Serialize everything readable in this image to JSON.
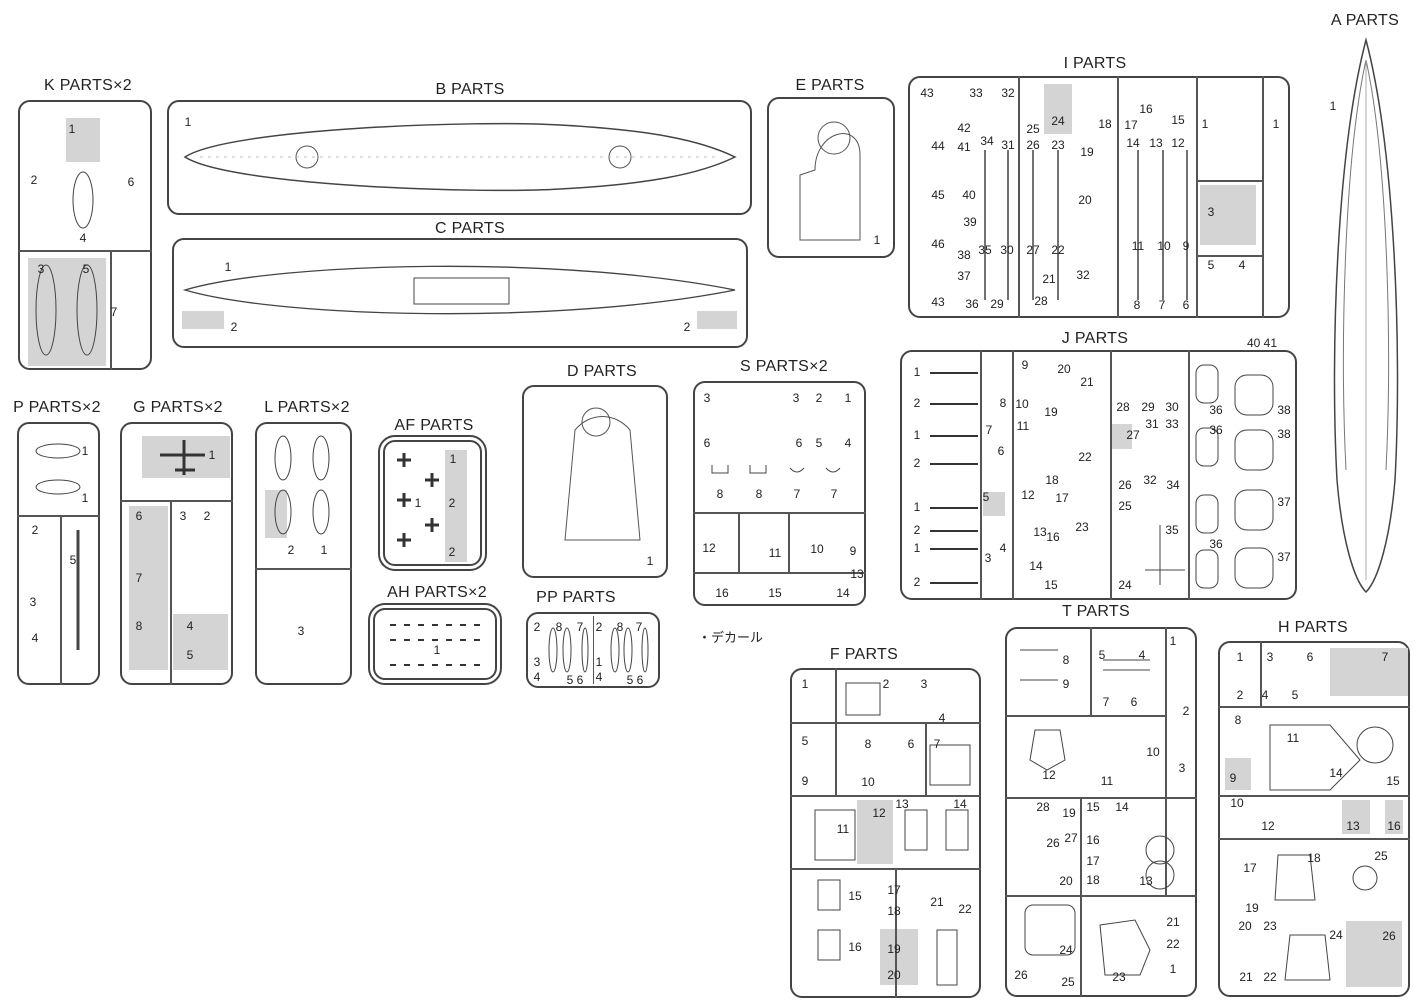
{
  "sprues": {
    "A": {
      "title": "A PARTS",
      "numbers": [
        "1"
      ]
    },
    "K": {
      "title": "K PARTS×2",
      "numbers": [
        "1",
        "2",
        "6",
        "4",
        "3",
        "5",
        "7"
      ]
    },
    "B": {
      "title": "B PARTS",
      "numbers": [
        "1"
      ]
    },
    "C": {
      "title": "C PARTS",
      "numbers": [
        "1",
        "2",
        "2"
      ]
    },
    "E": {
      "title": "E PARTS",
      "numbers": [
        "1"
      ]
    },
    "I": {
      "title": "I PARTS",
      "numbers": [
        "43",
        "33",
        "32",
        "42",
        "25",
        "24",
        "18",
        "16",
        "15",
        "17",
        "1",
        "1",
        "44",
        "41",
        "34",
        "31",
        "26",
        "23",
        "14",
        "13",
        "12",
        "19",
        "45",
        "40",
        "20",
        "3",
        "39",
        "46",
        "38",
        "35",
        "30",
        "27",
        "22",
        "11",
        "10",
        "9",
        "37",
        "32",
        "21",
        "5",
        "4",
        "43",
        "36",
        "29",
        "28",
        "8",
        "7",
        "6"
      ]
    },
    "J": {
      "title": "J PARTS",
      "extra": "40 41",
      "numbers": [
        "1",
        "2",
        "1",
        "2",
        "1",
        "2",
        "1",
        "2",
        "8",
        "7",
        "6",
        "5",
        "4",
        "3",
        "9",
        "20",
        "21",
        "10",
        "19",
        "11",
        "22",
        "18",
        "12",
        "17",
        "13",
        "16",
        "23",
        "14",
        "15",
        "28",
        "29",
        "30",
        "27",
        "31",
        "33",
        "26",
        "32",
        "34",
        "25",
        "35",
        "24",
        "36",
        "36",
        "36",
        "38",
        "38",
        "37",
        "37"
      ]
    },
    "D": {
      "title": "D PARTS",
      "numbers": [
        "1"
      ]
    },
    "S": {
      "title": "S PARTS×2",
      "numbers": [
        "3",
        "3",
        "2",
        "1",
        "6",
        "6",
        "5",
        "4",
        "8",
        "8",
        "7",
        "7",
        "12",
        "11",
        "10",
        "9",
        "13",
        "16",
        "15",
        "14"
      ]
    },
    "P": {
      "title": "P PARTS×2",
      "numbers": [
        "1",
        "1",
        "2",
        "5",
        "3",
        "4"
      ]
    },
    "G": {
      "title": "G PARTS×2",
      "numbers": [
        "1",
        "6",
        "3",
        "2",
        "7",
        "8",
        "4",
        "5"
      ]
    },
    "L": {
      "title": "L PARTS×2",
      "numbers": [
        "2",
        "1",
        "3"
      ]
    },
    "AF": {
      "title": "AF PARTS",
      "numbers": [
        "1",
        "1",
        "2",
        "2"
      ]
    },
    "AH": {
      "title": "AH PARTS×2",
      "numbers": [
        "1"
      ]
    },
    "PP": {
      "title": "PP PARTS",
      "numbers": [
        "2",
        "8",
        "7",
        "2",
        "8",
        "7",
        "3",
        "1",
        "4",
        "5",
        "6",
        "4",
        "5",
        "6"
      ]
    },
    "F": {
      "title": "F PARTS",
      "numbers": [
        "1",
        "2",
        "3",
        "4",
        "5",
        "8",
        "6",
        "7",
        "9",
        "10",
        "11",
        "12",
        "13",
        "14",
        "15",
        "17",
        "18",
        "21",
        "22",
        "16",
        "19",
        "20"
      ]
    },
    "T": {
      "title": "T  PARTS",
      "numbers": [
        "8",
        "5",
        "4",
        "1",
        "9",
        "7",
        "6",
        "2",
        "12",
        "11",
        "10",
        "3",
        "28",
        "19",
        "15",
        "14",
        "27",
        "16",
        "26",
        "17",
        "20",
        "18",
        "13",
        "21",
        "22",
        "24",
        "23",
        "1",
        "26",
        "25"
      ]
    },
    "H": {
      "title": "H PARTS",
      "numbers": [
        "1",
        "3",
        "6",
        "7",
        "2",
        "4",
        "5",
        "8",
        "11",
        "15",
        "14",
        "9",
        "10",
        "12",
        "13",
        "16",
        "17",
        "18",
        "25",
        "19",
        "20",
        "23",
        "24",
        "26",
        "21",
        "22"
      ]
    }
  },
  "decal_label": "・デカール"
}
